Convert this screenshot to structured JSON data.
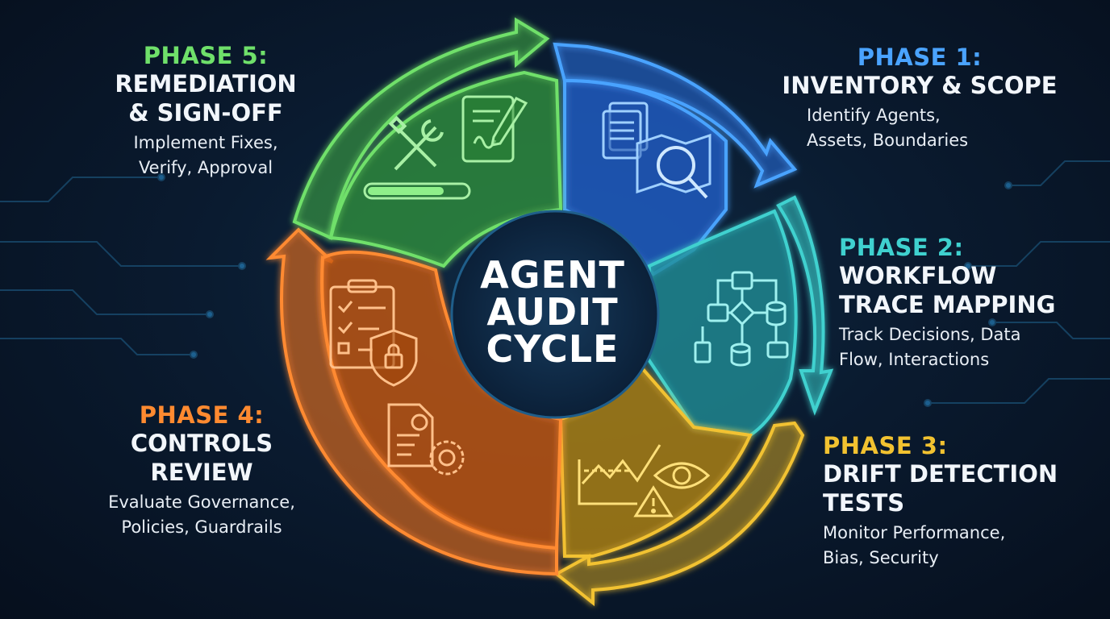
{
  "center": {
    "line1": "AGENT",
    "line2": "AUDIT",
    "line3": "CYCLE"
  },
  "phases": [
    {
      "label": "PHASE 1:",
      "title_lines": [
        "INVENTORY & SCOPE"
      ],
      "desc_lines": [
        "Identify Agents,",
        "Assets, Boundaries"
      ],
      "color": "#4aa3ff"
    },
    {
      "label": "PHASE 2:",
      "title_lines": [
        "WORKFLOW",
        "TRACE MAPPING"
      ],
      "desc_lines": [
        "Track Decisions, Data",
        "Flow, Interactions"
      ],
      "color": "#3fd1cf"
    },
    {
      "label": "PHASE 3:",
      "title_lines": [
        "DRIFT DETECTION",
        "TESTS"
      ],
      "desc_lines": [
        "Monitor Performance,",
        "Bias, Security"
      ],
      "color": "#f2c230"
    },
    {
      "label": "PHASE 4:",
      "title_lines": [
        "CONTROLS",
        "REVIEW"
      ],
      "desc_lines": [
        "Evaluate Governance,",
        "Policies, Guardrails"
      ],
      "color": "#ff8a30"
    },
    {
      "label": "PHASE 5:",
      "title_lines": [
        "REMEDIATION",
        "& SIGN-OFF"
      ],
      "desc_lines": [
        "Implement Fixes,",
        "Verify, Approval"
      ],
      "color": "#6fe06a"
    }
  ],
  "icons": {
    "phase1": [
      "documents-icon",
      "map-icon",
      "magnifier-icon"
    ],
    "phase2": [
      "flowchart-icon"
    ],
    "phase3": [
      "trend-chart-icon",
      "eye-icon",
      "warning-icon"
    ],
    "phase4": [
      "checklist-icon",
      "shield-lock-icon",
      "document-gear-icon"
    ],
    "phase5": [
      "tools-icon",
      "signed-tablet-icon",
      "progress-bar-icon"
    ]
  }
}
